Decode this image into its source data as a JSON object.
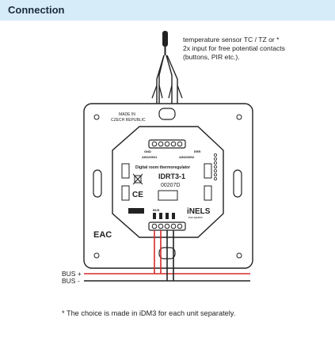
{
  "header": {
    "title": "Connection"
  },
  "sensor_note": {
    "line1": "temperature sensor TC / TZ or *",
    "line2": "2x input for free potential contacts",
    "line3": "(buttons, PIR etc.)."
  },
  "device": {
    "made_in_line1": "MADE IN",
    "made_in_line2": "CZECH REPUBLIC",
    "model": "IDRT3-1",
    "code": "00207D",
    "description": "Digital room thermoregulator",
    "brand": "iNELS",
    "brand_sub": "bus system",
    "ce_mark": "CE",
    "eac_mark": "EAC",
    "gnd_label": "GND",
    "ain_label_left": "AIN1/DIN1",
    "ain_label_right": "AIN2/DIN2",
    "bus_terminal_label": "BUS",
    "bus_minus_label": "-",
    "bus_plus_label": "+",
    "led_label": "ERR"
  },
  "bus": {
    "plus_label": "BUS +",
    "minus_label": "BUS -"
  },
  "colors": {
    "header_bg": "#d6ecf8",
    "bus_plus": "#d62b2b",
    "bus_minus": "#222222"
  },
  "footnote": "* The choice is made in iDM3 for each unit separately."
}
